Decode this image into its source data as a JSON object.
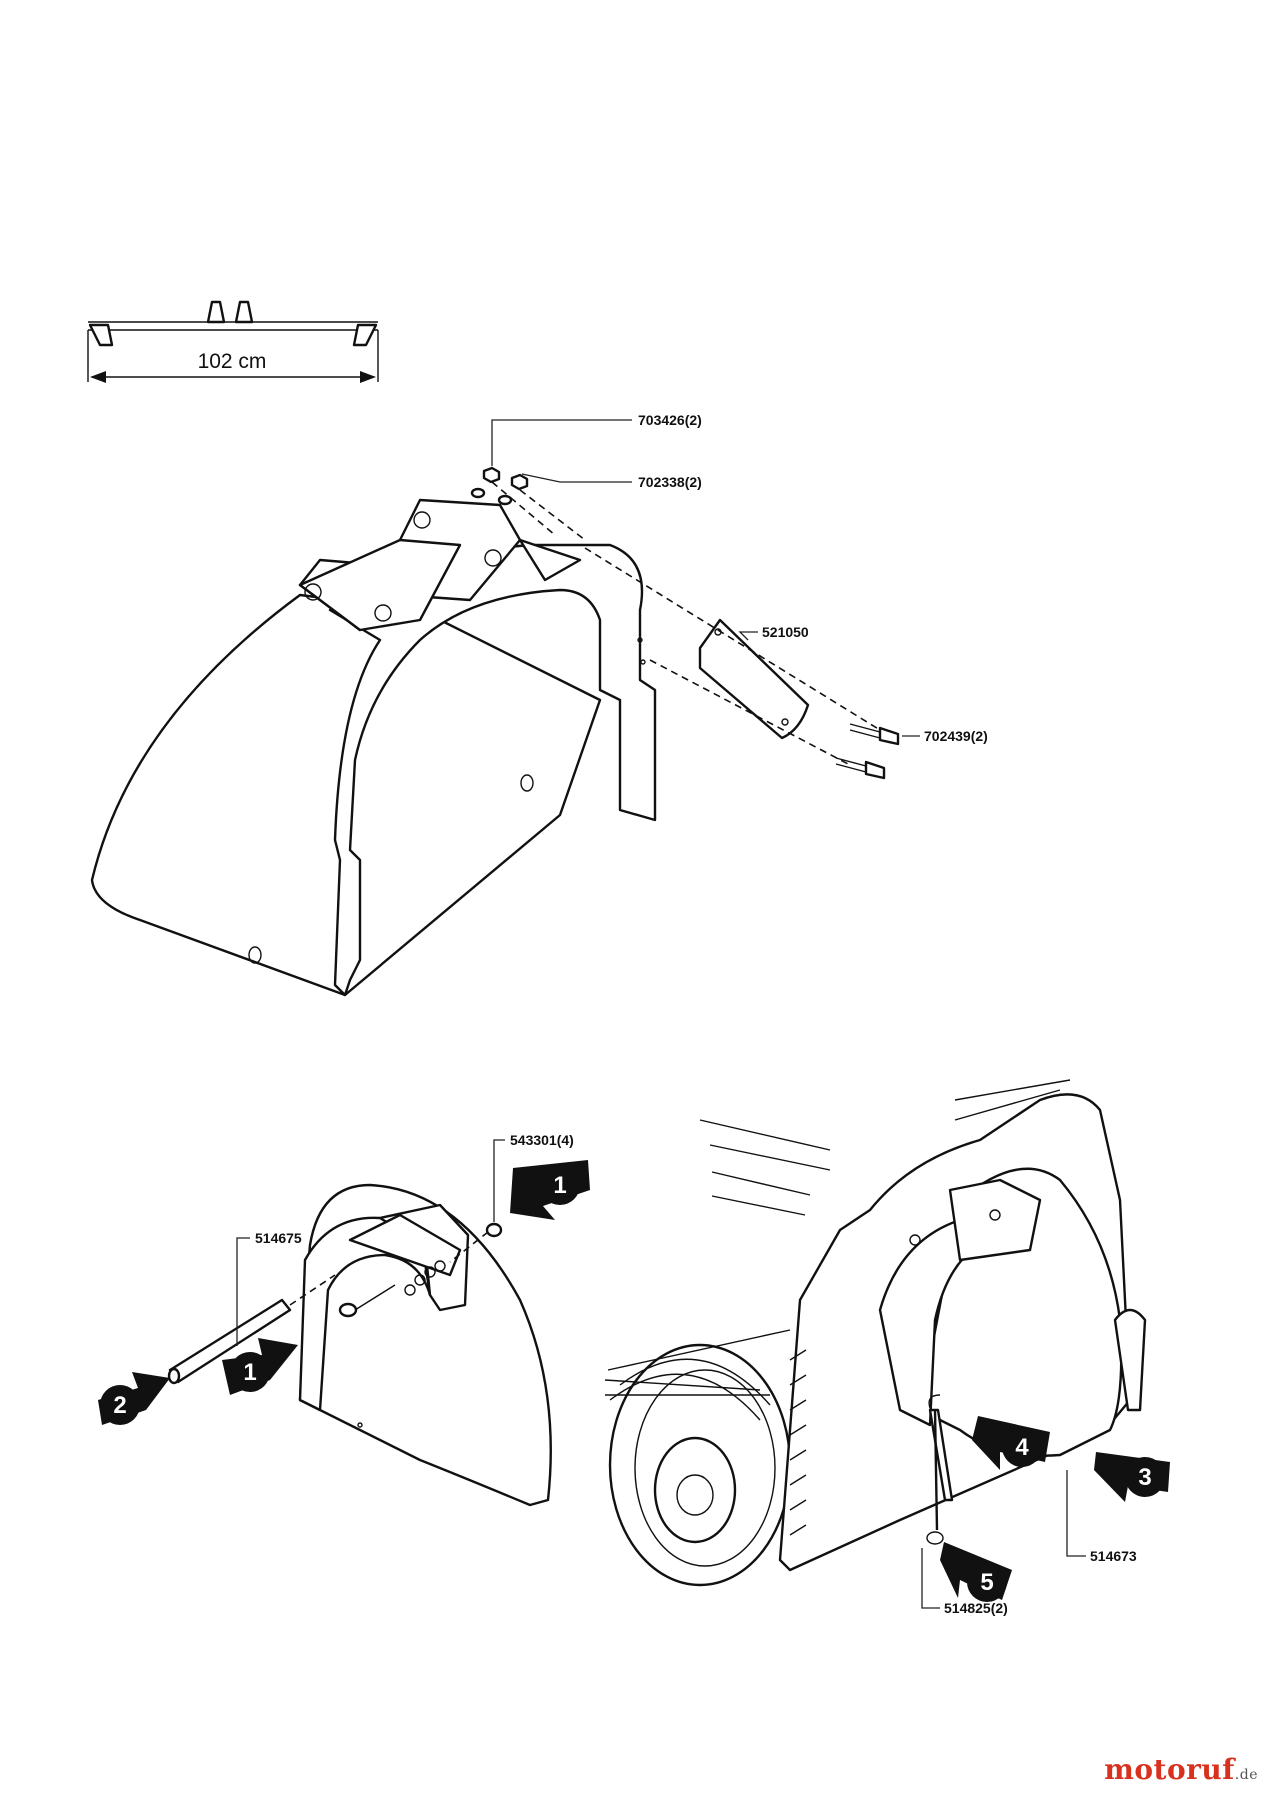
{
  "dimension": {
    "width_label": "102 cm"
  },
  "top_parts": [
    {
      "id": "p1",
      "label": "703426(2)"
    },
    {
      "id": "p2",
      "label": "702338(2)"
    },
    {
      "id": "p3",
      "label": "521050"
    },
    {
      "id": "p4",
      "label": "702439(2)"
    }
  ],
  "bottom_parts": [
    {
      "id": "b1",
      "label": "543301(4)"
    },
    {
      "id": "b2",
      "label": "514675"
    },
    {
      "id": "b3",
      "label": "514673"
    },
    {
      "id": "b4",
      "label": "514825(2)"
    }
  ],
  "steps": [
    "1",
    "2",
    "1",
    "4",
    "3",
    "5"
  ],
  "watermark": {
    "text": "motoruf",
    "suffix": ".de"
  }
}
